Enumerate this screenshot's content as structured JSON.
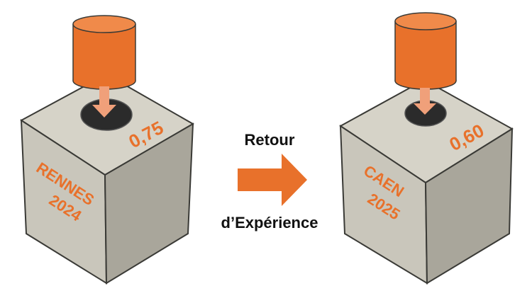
{
  "colors": {
    "accent": "#e8712b",
    "cube_top": "#d6d3c8",
    "cube_left": "#c9c6bb",
    "cube_right": "#a9a69b",
    "outline": "#3a3a36",
    "text": "#111111"
  },
  "left_block": {
    "value": "0,75",
    "city": "RENNES",
    "year": "2024"
  },
  "right_block": {
    "value": "0,60",
    "city": "CAEN",
    "year": "2025"
  },
  "transition": {
    "label_top": "Retour",
    "label_bottom": "d’Expérience",
    "icon": "arrow-right-icon"
  }
}
